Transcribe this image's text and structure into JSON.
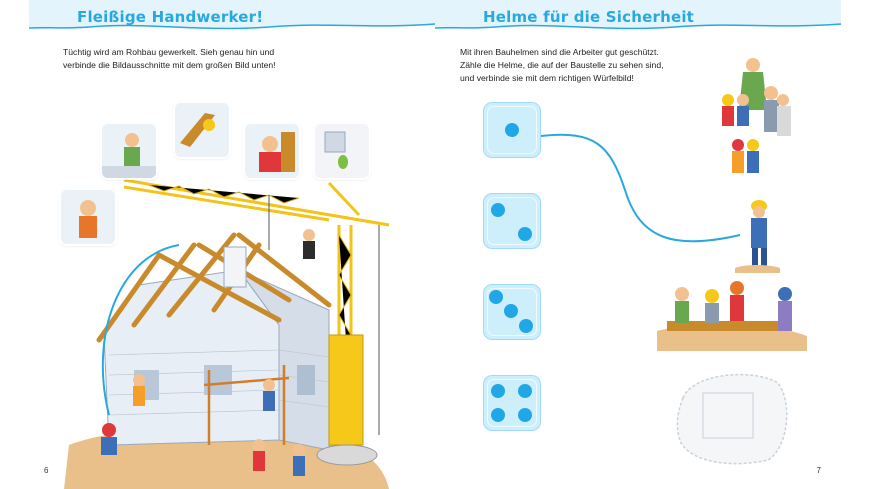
{
  "left_page": {
    "title": "Fleißige Handwerker!",
    "instructions": [
      "Tüchtig wird am Rohbau gewerkelt. Sieh genau hin und",
      "verbinde die Bildausschnitte mit dem großen Bild unten!"
    ],
    "page_number": "6"
  },
  "right_page": {
    "title": "Helme für die Sicherheit",
    "instructions": [
      "Mit ihren Bauhelmen sind die Arbeiter gut geschützt.",
      "Zähle die Helme, die auf der Baustelle zu sehen sind,",
      "und verbinde sie mit dem richtigen Würfelbild!"
    ],
    "page_number": "7",
    "dice": [
      1,
      2,
      3,
      4
    ]
  },
  "colors": {
    "accent": "#29a8e0",
    "die_fill": "#cdeffc",
    "pip": "#22a7e6",
    "crane": "#f2c318"
  }
}
